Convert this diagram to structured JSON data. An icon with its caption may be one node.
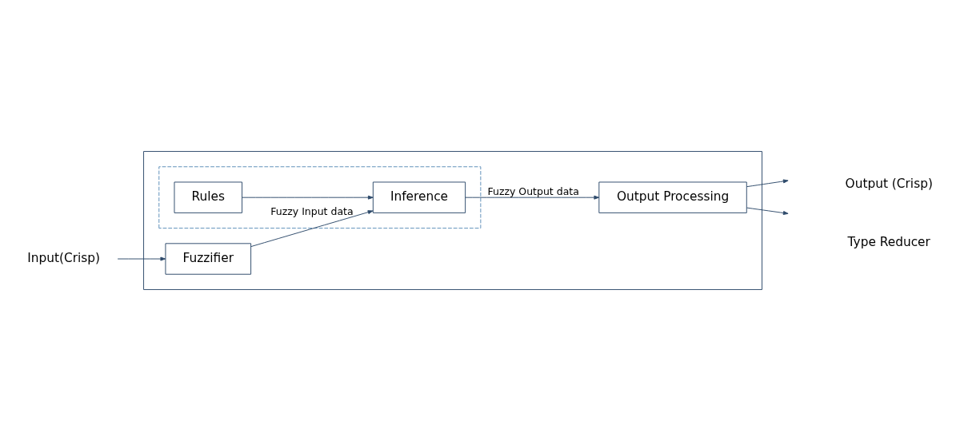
{
  "diagram": {
    "nodes": [
      {
        "text": [],
        "shape": "box"
      },
      {
        "text": [
          "Input(Crisp)"
        ]
      },
      {
        "text": [
          "Fuzzifier"
        ],
        "in": 0
      },
      {
        "text": [],
        "shape": "box",
        "in": 0
      },
      {
        "text": [
          "Rules"
        ],
        "in": 3
      },
      {
        "text": [
          "Inference"
        ],
        "in": 3
      },
      {
        "text": [
          "Output Processing"
        ],
        "in": 0
      }
    ],
    "edges": [
      {
        "from": 1,
        "to": 2,
        "arrow": "to"
      },
      {
        "from": 4,
        "to": 5,
        "arrow": "to"
      },
      {
        "from": 2,
        "to": 5,
        "arrow": "to",
        "label": "Fuzzy Input data"
      },
      {
        "from": 5,
        "to": 6,
        "arrow": "to",
        "label": "Fuzzy Output data"
      },
      {
        "from": 6,
        "to": null,
        "arrow": "to"
      },
      {
        "from": 6,
        "to": null,
        "arrow": "to"
      }
    ],
    "labels": [
      "Output (Crisp)",
      "Type Reducer"
    ]
  }
}
